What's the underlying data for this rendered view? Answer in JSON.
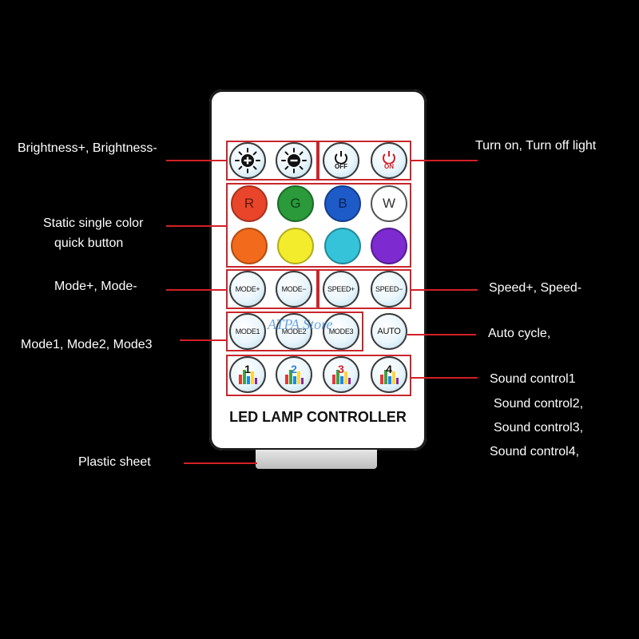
{
  "remote": {
    "title": "LED LAMP CONTROLLER",
    "buttons": {
      "off": "OFF",
      "on": "ON",
      "r": "R",
      "g": "G",
      "b": "B",
      "w": "W",
      "mode_plus": "MODE+",
      "mode_minus": "MODE−",
      "speed_plus": "SPEED+",
      "speed_minus": "SPEED−",
      "mode1": "MODE1",
      "mode2": "MODE2",
      "mode3": "MODE3",
      "auto": "AUTO",
      "sound1": "1",
      "sound2": "2",
      "sound3": "3",
      "sound4": "4"
    },
    "colors": {
      "red": "#e8452a",
      "green": "#2a9a3a",
      "blue": "#1d5bc9",
      "white": "#ffffff",
      "orange": "#f26a1b",
      "yellow": "#f3ec2c",
      "cyan": "#35c3da",
      "purple": "#7d2ad0"
    }
  },
  "labels": {
    "brightness": "Brightness+, Brightness-",
    "power": "Turn on, Turn off light",
    "static_line1": "Static single color",
    "static_line2": "quick button",
    "mode": "Mode+, Mode-",
    "speed": "Speed+, Speed-",
    "mode_numbers": "Mode1, Mode2, Mode3",
    "auto": "Auto cycle,",
    "sound1": "Sound control1",
    "sound2": "Sound control2,",
    "sound3": "Sound control3,",
    "sound4": "Sound control4,",
    "plastic": "Plastic sheet"
  },
  "watermark": "ATPA Store",
  "accent_color": "#d21f26"
}
